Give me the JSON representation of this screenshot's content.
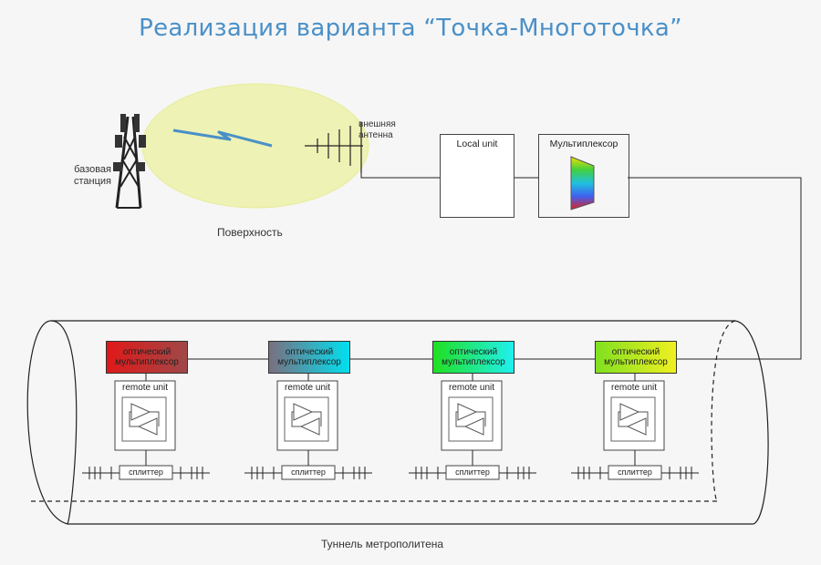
{
  "title": "Реализация варианта “Точка-Многоточка”",
  "surface": {
    "base_station_label": "базовая\nстанция",
    "external_antenna_label": "внешняя\nантенна",
    "surface_label": "Поверхность",
    "local_unit_label": "Local unit",
    "multiplexer_label": "Мультиплексор"
  },
  "tunnel": {
    "label": "Туннель метрополитена",
    "nodes": [
      {
        "mux_label_1": "оптический",
        "mux_label_2": "мультиплексор",
        "remote_unit_label": "remote unit",
        "splitter_label": "сплиттер",
        "color_from": "#e01818",
        "color_to": "#a04848"
      },
      {
        "mux_label_1": "оптический",
        "mux_label_2": "мультиплексор",
        "remote_unit_label": "remote unit",
        "splitter_label": "сплиттер",
        "color_from": "#7a6f80",
        "color_to": "#00e0f0"
      },
      {
        "mux_label_1": "оптический",
        "mux_label_2": "мультиплексор",
        "remote_unit_label": "remote unit",
        "splitter_label": "сплиттер",
        "color_from": "#20e020",
        "color_to": "#20f0f0"
      },
      {
        "mux_label_1": "оптический",
        "mux_label_2": "мультиплексор",
        "remote_unit_label": "remote unit",
        "splitter_label": "сплиттер",
        "color_from": "#80e020",
        "color_to": "#f0f020"
      }
    ]
  }
}
